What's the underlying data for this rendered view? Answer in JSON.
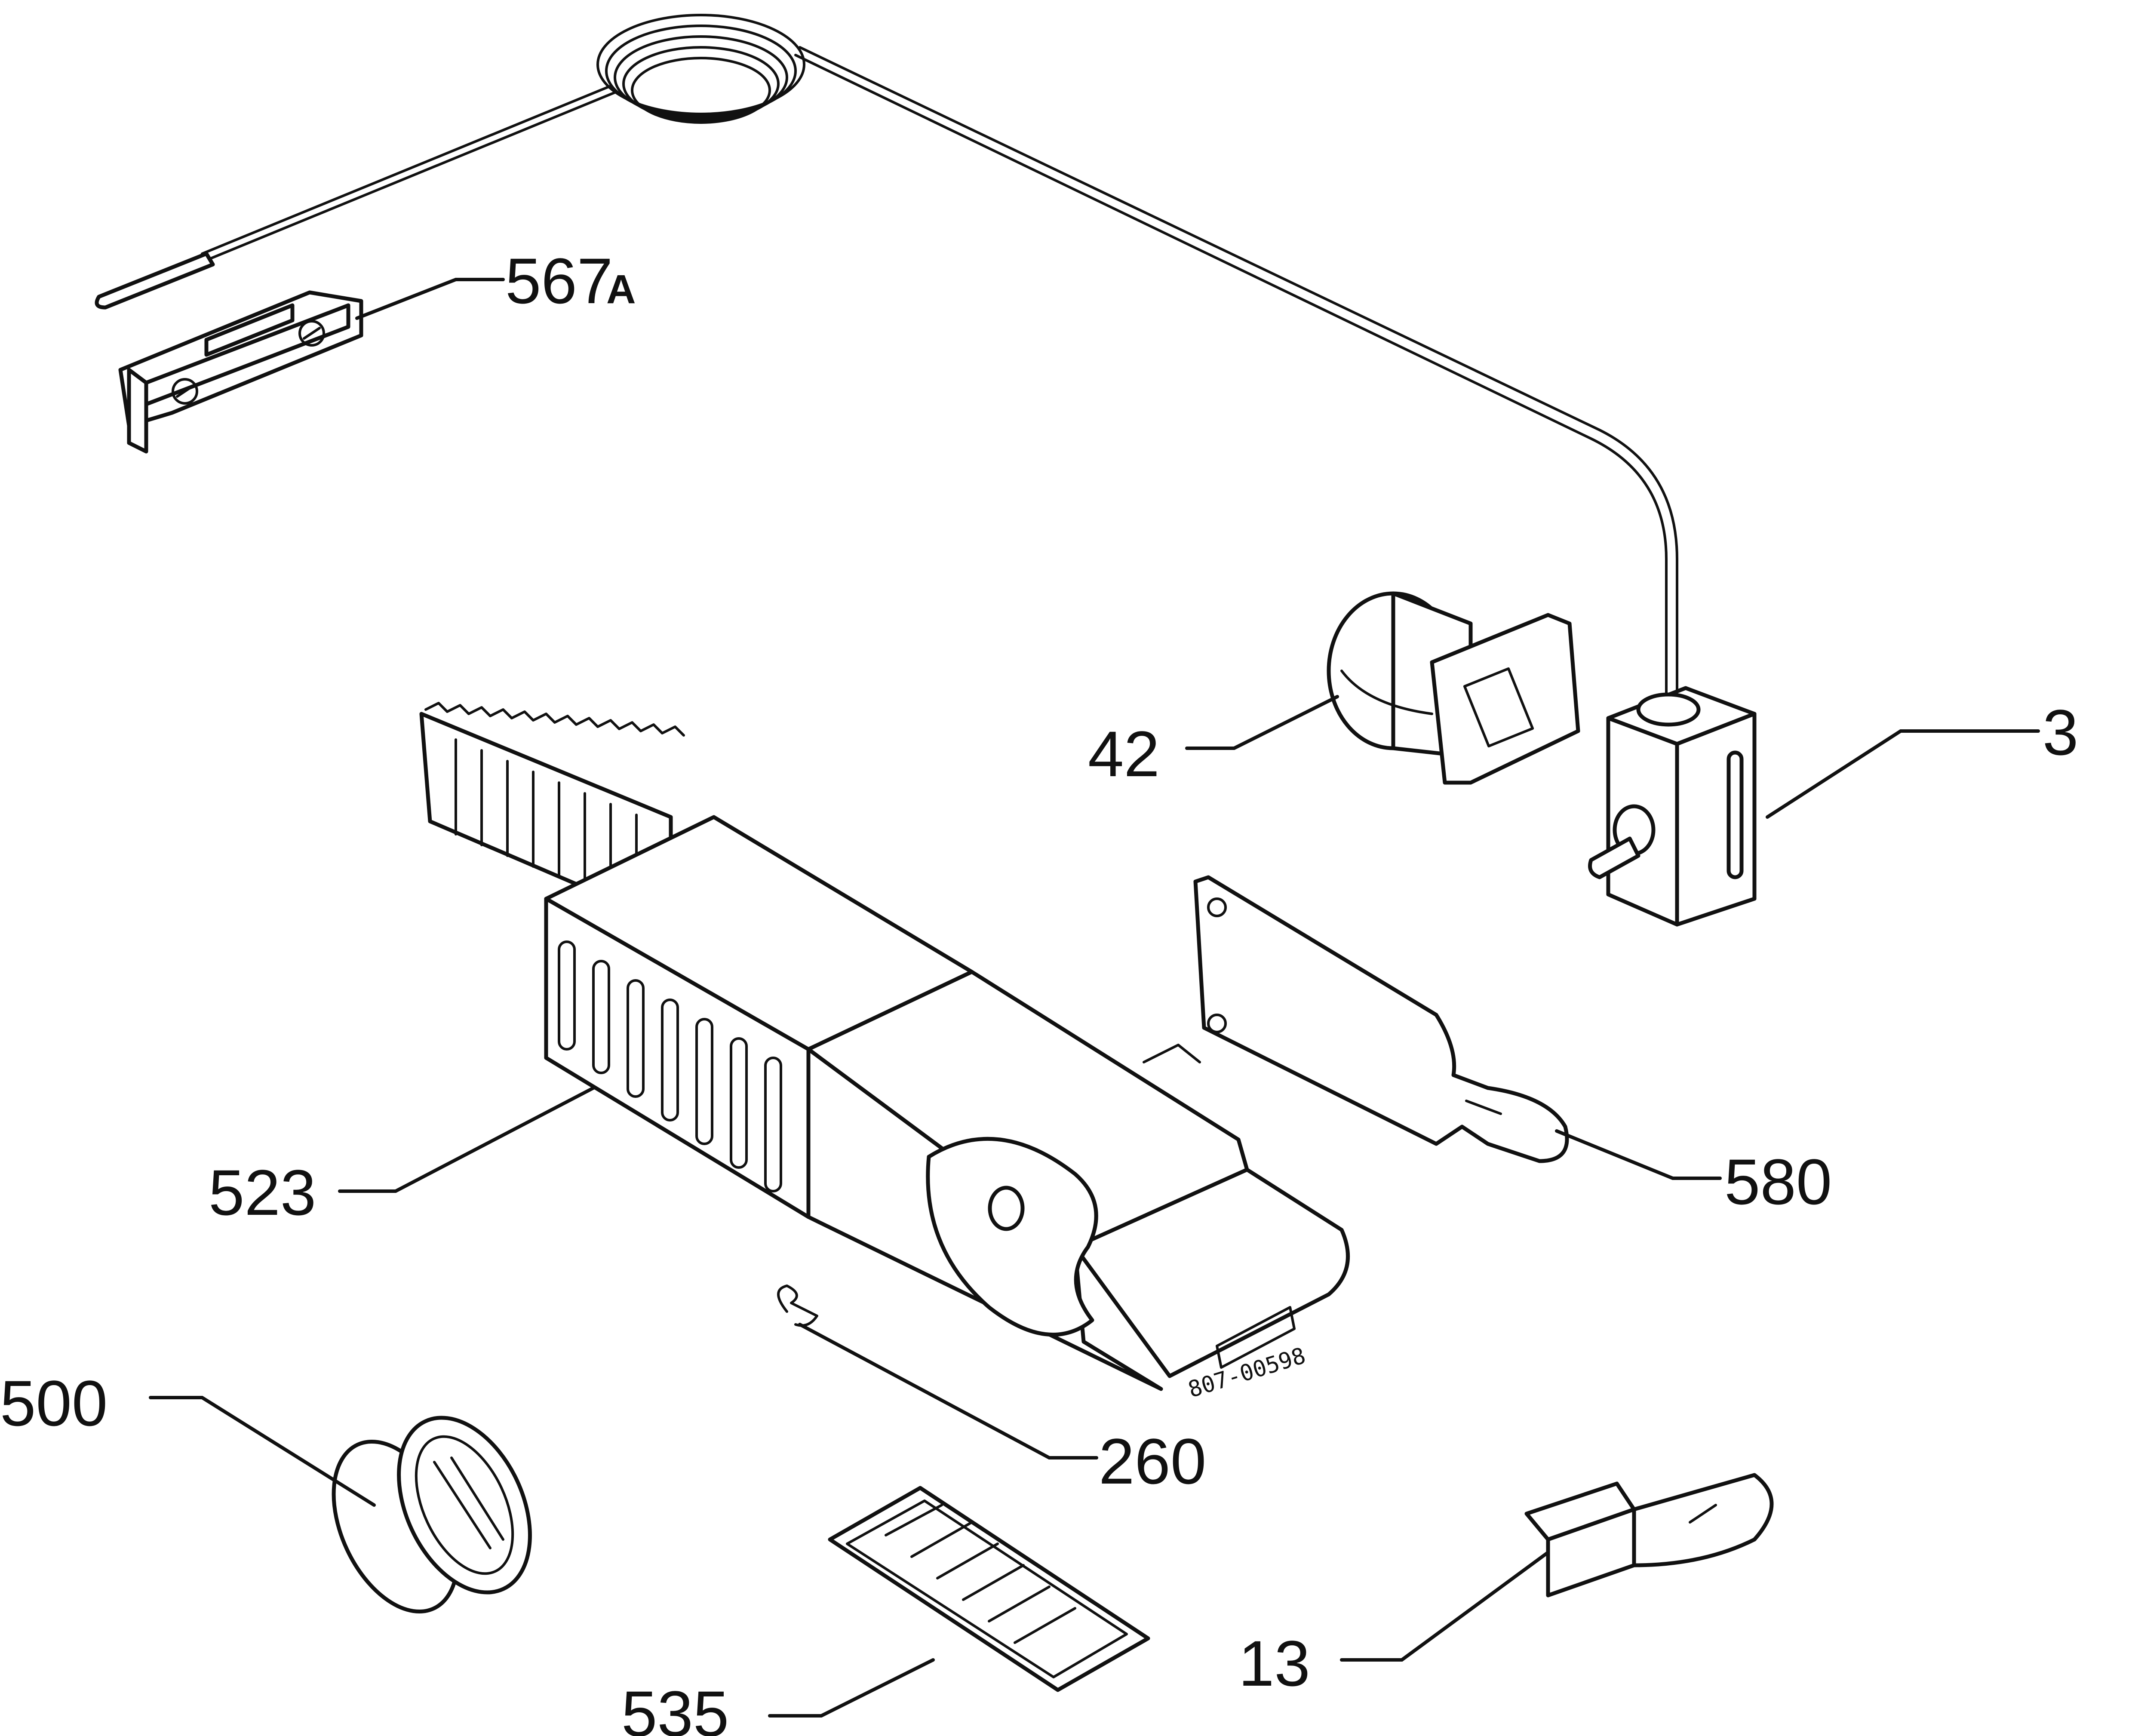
{
  "diagram": {
    "drawing_code": "807-00598",
    "callouts": {
      "c567": {
        "number": "567",
        "suffix": "A"
      },
      "c42": {
        "number": "42"
      },
      "c3": {
        "number": "3"
      },
      "c523": {
        "number": "523"
      },
      "c580": {
        "number": "580"
      },
      "c260": {
        "number": "260"
      },
      "c500": {
        "number": "500"
      },
      "c13": {
        "number": "13"
      },
      "c535": {
        "number": "535"
      }
    }
  }
}
